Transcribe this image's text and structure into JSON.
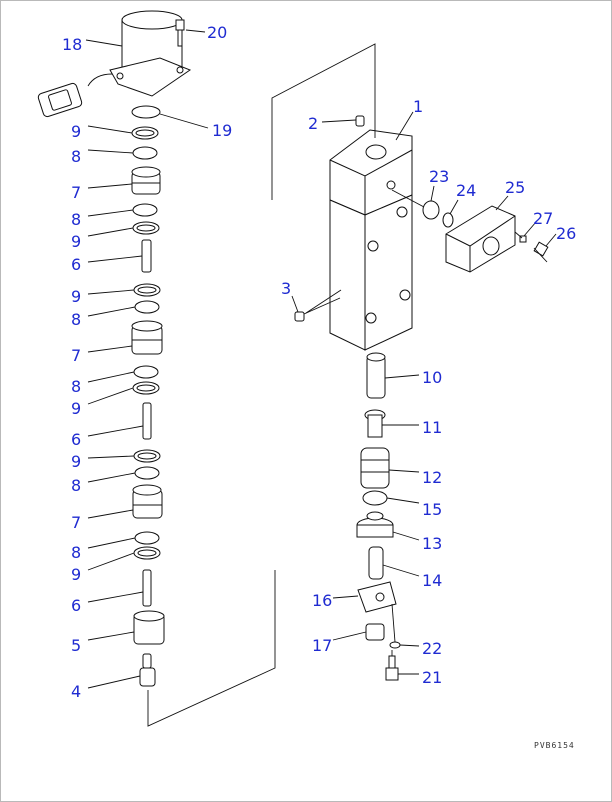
{
  "callouts": [
    {
      "id": "c18",
      "text": "18"
    },
    {
      "id": "c20",
      "text": "20"
    },
    {
      "id": "c19",
      "text": "19"
    },
    {
      "id": "c9a",
      "text": "9"
    },
    {
      "id": "c8a",
      "text": "8"
    },
    {
      "id": "c7a",
      "text": "7"
    },
    {
      "id": "c8b",
      "text": "8"
    },
    {
      "id": "c9b",
      "text": "9"
    },
    {
      "id": "c6a",
      "text": "6"
    },
    {
      "id": "c9c",
      "text": "9"
    },
    {
      "id": "c8c",
      "text": "8"
    },
    {
      "id": "c7b",
      "text": "7"
    },
    {
      "id": "c8d",
      "text": "8"
    },
    {
      "id": "c9d",
      "text": "9"
    },
    {
      "id": "c6b",
      "text": "6"
    },
    {
      "id": "c9e",
      "text": "9"
    },
    {
      "id": "c8e",
      "text": "8"
    },
    {
      "id": "c7c",
      "text": "7"
    },
    {
      "id": "c8f",
      "text": "8"
    },
    {
      "id": "c9f",
      "text": "9"
    },
    {
      "id": "c6c",
      "text": "6"
    },
    {
      "id": "c5",
      "text": "5"
    },
    {
      "id": "c4",
      "text": "4"
    },
    {
      "id": "c2",
      "text": "2"
    },
    {
      "id": "c1",
      "text": "1"
    },
    {
      "id": "c3",
      "text": "3"
    },
    {
      "id": "c23",
      "text": "23"
    },
    {
      "id": "c24",
      "text": "24"
    },
    {
      "id": "c25",
      "text": "25"
    },
    {
      "id": "c27",
      "text": "27"
    },
    {
      "id": "c26",
      "text": "26"
    },
    {
      "id": "c10",
      "text": "10"
    },
    {
      "id": "c11",
      "text": "11"
    },
    {
      "id": "c12",
      "text": "12"
    },
    {
      "id": "c15",
      "text": "15"
    },
    {
      "id": "c13",
      "text": "13"
    },
    {
      "id": "c14",
      "text": "14"
    },
    {
      "id": "c16",
      "text": "16"
    },
    {
      "id": "c17",
      "text": "17"
    },
    {
      "id": "c22",
      "text": "22"
    },
    {
      "id": "c21",
      "text": "21"
    }
  ],
  "drawing_code": "PVB6154",
  "colors": {
    "callout": "#1f2bd1",
    "line": "#111111",
    "background": "#ffffff",
    "border": "#b9b9b9"
  }
}
